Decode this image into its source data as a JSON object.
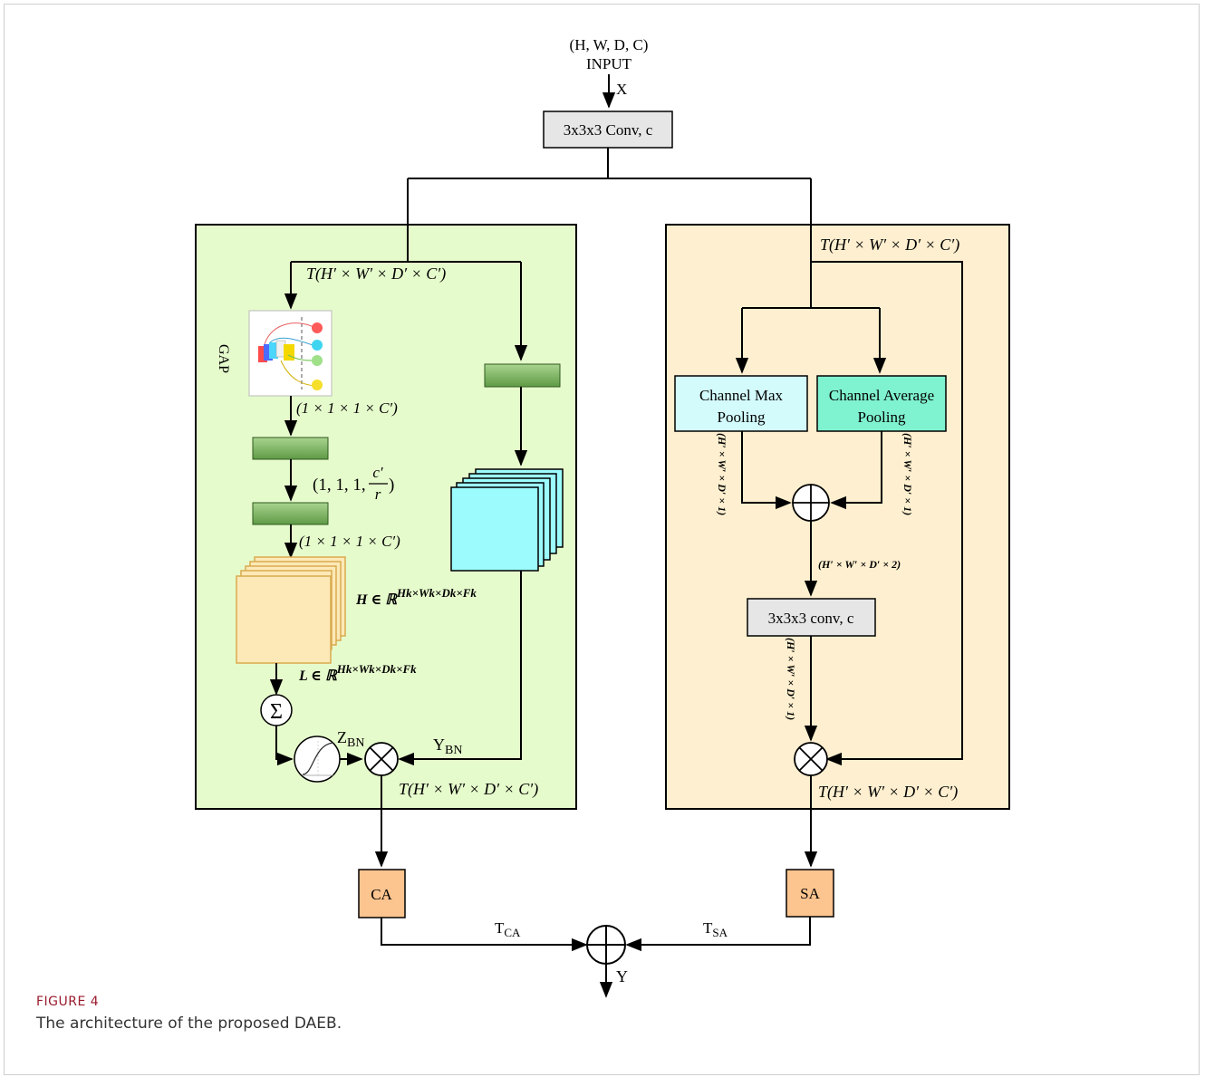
{
  "input": {
    "shape": "(H, W, D, C)",
    "label": "INPUT",
    "x_label": "X"
  },
  "conv_top": "3x3x3 Conv, c",
  "left_branch": {
    "t_label": "T(H′ × W′ × D′ × C′)",
    "gap_label": "GAP",
    "dim1": "(1 × 1 × 1 × C′)",
    "dim2_prefix": "(1, 1, 1,",
    "dim2_num": "c′",
    "dim2_den": "r",
    "dim2_suffix": ")",
    "dim3": "(1 × 1 × 1 × C′)",
    "h_label": "H ∈ ℝ",
    "h_sup": "Hk×Wk×Dk×Fk",
    "l_label": "L ∈ ℝ",
    "l_sup": "Hk×Wk×Dk×Fk",
    "sigma": "Σ",
    "z_bn": "Z",
    "z_sub": "BN",
    "y_bn": "Y",
    "y_sub": "BN",
    "t_out": "T(H′ × W′ × D′ × C′)"
  },
  "right_branch": {
    "t_label": "T(H′ × W′ × D′ × C′)",
    "max_pool_line1": "Channel Max",
    "max_pool_line2": "Pooling",
    "avg_pool_line1": "Channel Average",
    "avg_pool_line2": "Pooling",
    "dim_left": "(H′ × W′ × D′ × 1)",
    "dim_right": "(H′ × W′ × D′ × 1)",
    "dim_concat": "(H′ × W′ × D′ × 2)",
    "conv": "3x3x3 conv, c",
    "dim_conv": "(H′ × W′ × D′ × 1)",
    "t_out": "T(H′ × W′ × D′ × C′)"
  },
  "outputs": {
    "ca": "CA",
    "sa": "SA",
    "t_ca": "T",
    "t_ca_sub": "CA",
    "t_sa": "T",
    "t_sa_sub": "SA",
    "y": "Y"
  },
  "caption": {
    "label": "FIGURE 4",
    "text": "The architecture of the proposed DAEB."
  },
  "colors": {
    "left_panel": "#e6fbcc",
    "right_panel": "#fdefcf",
    "green_block": "#79b35f",
    "cyan_cube": "#9cfbfd",
    "yellow_cube": "#fde9b8",
    "max_pool": "#d3fbfc",
    "avg_pool": "#7ff2cf",
    "ca_sa": "#fcc48f",
    "conv_box": "#e6e6e6"
  }
}
